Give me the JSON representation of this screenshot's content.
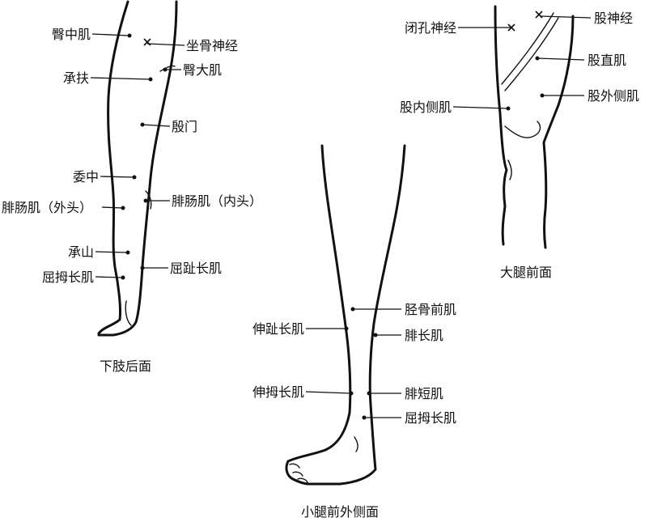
{
  "figures": {
    "posterior_leg": {
      "caption": "下肢后面",
      "labels": [
        "臀中肌",
        "坐骨神经",
        "臀大肌",
        "承扶",
        "殷门",
        "委中",
        "腓肠肌（外头）",
        "腓肠肌（内头）",
        "承山",
        "屈趾长肌",
        "屈拇长肌"
      ]
    },
    "anterior_thigh": {
      "caption": "大腿前面",
      "labels": [
        "闭孔神经",
        "股神经",
        "股直肌",
        "股内侧肌",
        "股外侧肌"
      ]
    },
    "anterolateral_shank": {
      "caption": "小腿前外侧面",
      "labels": [
        "胫骨前肌",
        "伸趾长肌",
        "腓长肌",
        "伸拇长肌",
        "腓短肌",
        "屈拇长肌"
      ]
    }
  }
}
